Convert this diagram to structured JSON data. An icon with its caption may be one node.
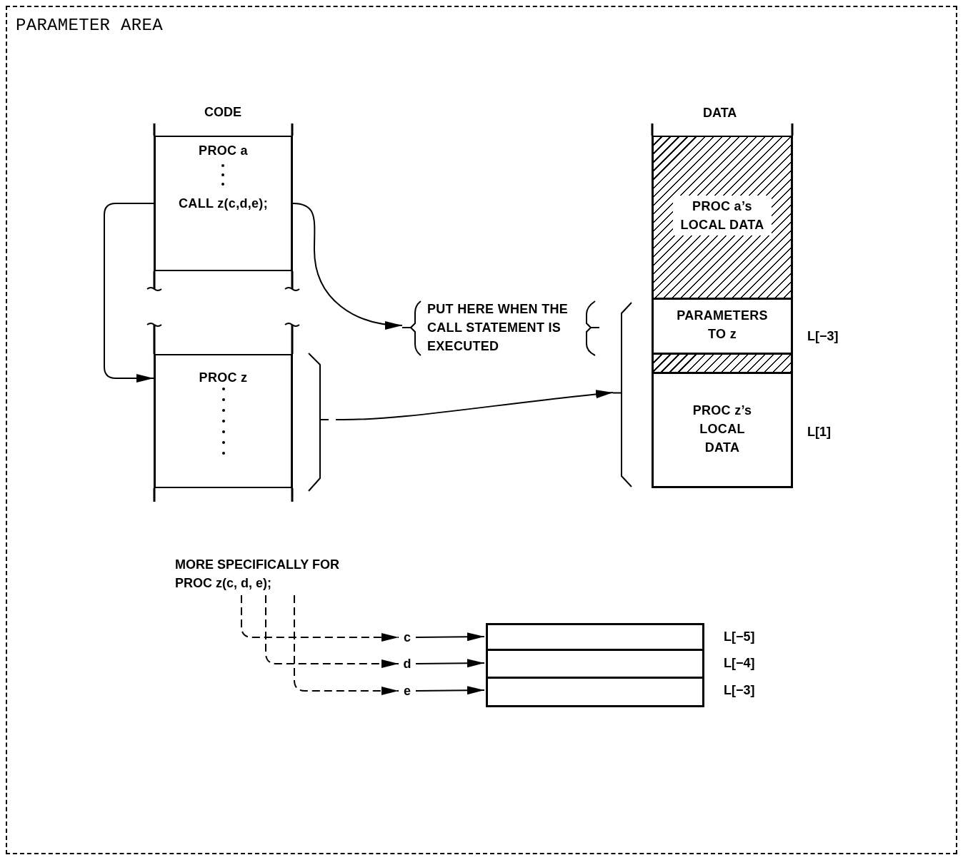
{
  "diagram": {
    "nodes": [
      {
        "text": [
          "PARAMETER AREA"
        ]
      },
      {
        "text": [
          "PROC a",
          "CALL z(c,d,e);"
        ],
        "in": 0
      },
      {
        "text": [
          "PROC z"
        ],
        "in": 0
      },
      {
        "text": [
          "PUT HERE WHEN THE CALL STATEMENT IS EXECUTED"
        ],
        "in": 0
      },
      {
        "text": [],
        "shape": "bracket",
        "in": 0
      },
      {
        "text": [
          "PROC a’s LOCAL DATA"
        ],
        "in": 0
      },
      {
        "text": [
          "PARAMETERS TO z"
        ],
        "beside": [
          "L[−3]"
        ],
        "in": 0
      },
      {
        "text": [],
        "shape": "bar",
        "in": 0
      },
      {
        "text": [
          "PROC z’s LOCAL DATA"
        ],
        "beside": [
          "L[1]"
        ],
        "in": 0
      },
      {
        "text": [
          "MORE SPECIFICALLY FOR PROC z(c, d, e);"
        ],
        "in": 0
      },
      {
        "text": [
          "c"
        ],
        "in": 0
      },
      {
        "text": [
          "d"
        ],
        "in": 0
      },
      {
        "text": [
          "e"
        ],
        "in": 0
      },
      {
        "text": [],
        "shape": "box",
        "beside": [
          "L[−5]"
        ],
        "in": 0
      },
      {
        "text": [],
        "shape": "box",
        "beside": [
          "L[−4]"
        ],
        "in": 0
      },
      {
        "text": [],
        "shape": "box",
        "beside": [
          "L[−3]"
        ],
        "in": 0
      }
    ],
    "edges": [
      {
        "from": 1,
        "to": 2,
        "arrow": "to"
      },
      {
        "from": 1,
        "to": 3,
        "arrow": "to"
      },
      {
        "from": 2,
        "to": 4,
        "arrow": "to"
      },
      {
        "from": 9,
        "to": 10,
        "arrow": "to",
        "style": "dashed"
      },
      {
        "from": 9,
        "to": 11,
        "arrow": "to",
        "style": "dashed"
      },
      {
        "from": 9,
        "to": 12,
        "arrow": "to",
        "style": "dashed"
      },
      {
        "from": 10,
        "to": 13,
        "arrow": "to"
      },
      {
        "from": 11,
        "to": 14,
        "arrow": "to"
      },
      {
        "from": 12,
        "to": 15,
        "arrow": "to"
      }
    ],
    "labels": [
      "CODE",
      "DATA"
    ]
  }
}
